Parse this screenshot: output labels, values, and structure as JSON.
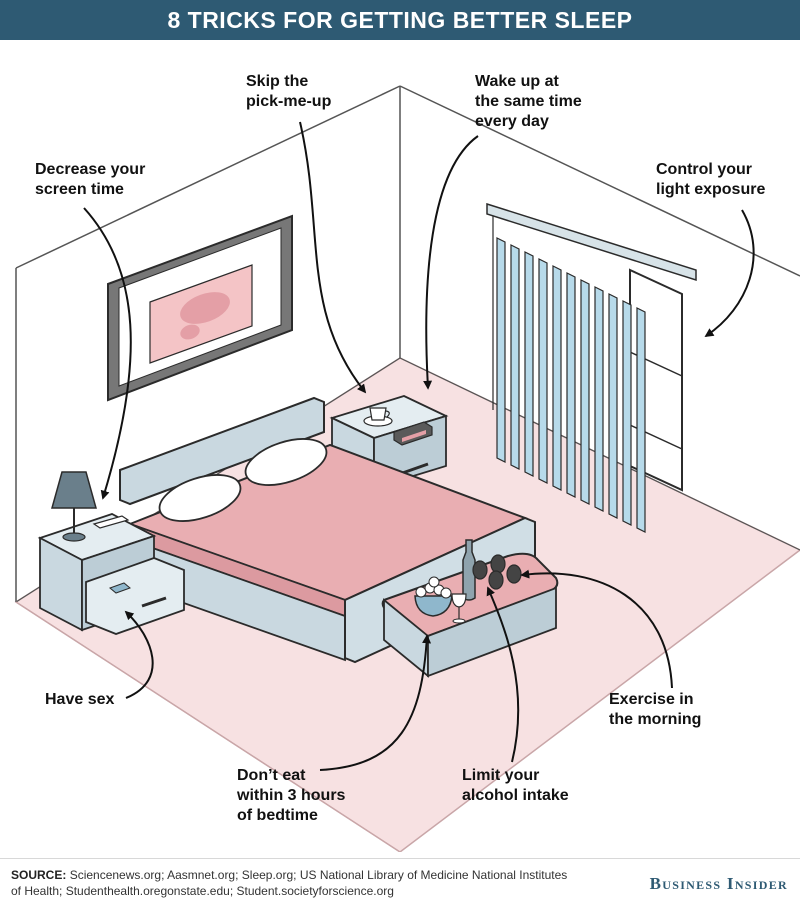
{
  "header": {
    "title": "8 TRICKS FOR GETTING BETTER SLEEP"
  },
  "tips": [
    {
      "id": "skip",
      "lines": [
        "Skip the",
        "pick-me-up"
      ]
    },
    {
      "id": "wake",
      "lines": [
        "Wake up at",
        "the same time",
        "every day"
      ]
    },
    {
      "id": "screen",
      "lines": [
        "Decrease your",
        "screen time"
      ]
    },
    {
      "id": "light",
      "lines": [
        "Control your",
        "light exposure"
      ]
    },
    {
      "id": "sex",
      "lines": [
        "Have sex"
      ]
    },
    {
      "id": "exercise",
      "lines": [
        "Exercise in",
        "the morning"
      ]
    },
    {
      "id": "eat",
      "lines": [
        "Don’t eat",
        "within 3 hours",
        "of bedtime"
      ]
    },
    {
      "id": "alcohol",
      "lines": [
        "Limit your",
        "alcohol intake"
      ]
    }
  ],
  "footer": {
    "source_label": "SOURCE:",
    "source_text": "Sciencenews.org; Aasmnet.org; Sleep.org; US National Library of Medicine National Institutes of Health; Studenthealth.oregonstate.edu; Student.societyforscience.org",
    "brand": "Business Insider"
  },
  "colors": {
    "header_bg": "#2e5a73",
    "floor": "#f7e1e2",
    "sheet": "#e9aeb2",
    "furniture": "#c9d8e0",
    "blinds": "#b7daea",
    "outline": "#2b2b2b"
  }
}
